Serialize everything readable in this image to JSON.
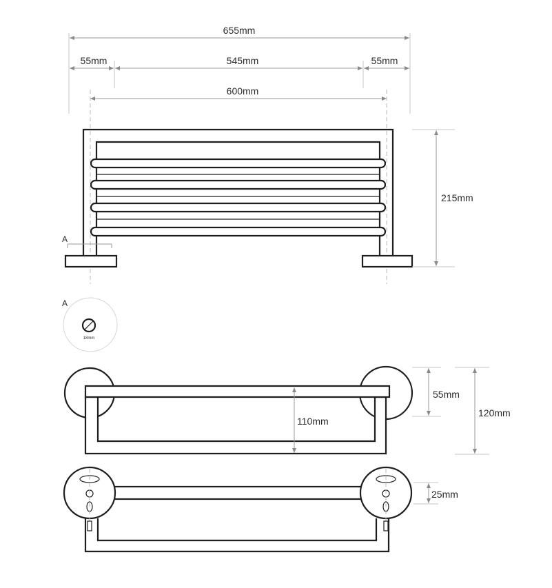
{
  "front_view": {
    "dim_overall": "655mm",
    "dim_left_offset": "55mm",
    "dim_middle": "545mm",
    "dim_right_offset": "55mm",
    "dim_center_distance": "600mm",
    "dim_height": "215mm",
    "section_marker": "A"
  },
  "detail_view": {
    "label": "A",
    "hole_dim": "18mm"
  },
  "side_view": {
    "dim_bar_height": "110mm",
    "dim_rose_offset": "55mm",
    "dim_depth": "120mm"
  },
  "top_view": {
    "dim_bar_depth": "25mm"
  }
}
